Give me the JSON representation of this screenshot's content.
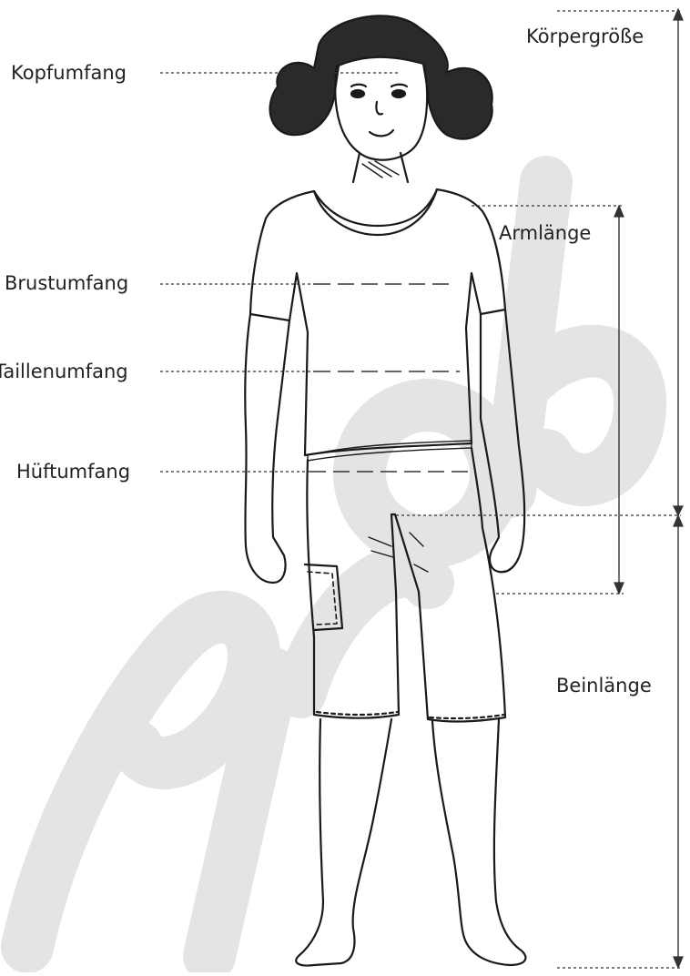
{
  "labels": {
    "kopfumfang": "Kopfumfang",
    "brustumfang": "Brustumfang",
    "taillenumfang": "Taillenumfang",
    "hueftumfang": "Hüftumfang",
    "koerpergroesse": "Körpergröße",
    "armlaenge": "Armlänge",
    "beinlaenge": "Beinlänge"
  },
  "watermark": "Leseprobe",
  "colors": {
    "ink": "#222222",
    "watermark": "#e6e6e6"
  }
}
